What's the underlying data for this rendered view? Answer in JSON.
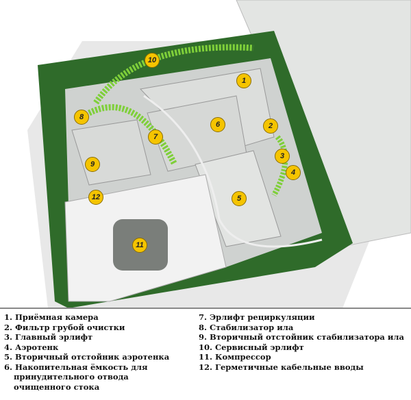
{
  "markers": [
    "1",
    "2",
    "3",
    "4",
    "5",
    "6",
    "7",
    "8",
    "9",
    "10",
    "11",
    "12"
  ],
  "legend": {
    "left": [
      {
        "text": "1. Приёмная камера"
      },
      {
        "text": "2. Фильтр грубой очистки"
      },
      {
        "text": "3. Главный эрлифт"
      },
      {
        "text": "4. Аэротенк"
      },
      {
        "text": "5. Вторичный отстойник аэротенка"
      },
      {
        "text": "6. Накопительная ёмкость для",
        "cont": [
          "принудительного отвода",
          "очищенного стока"
        ]
      }
    ],
    "right": [
      {
        "text": "7. Эрлифт рециркуляции"
      },
      {
        "text": "8. Стабилизатор ила"
      },
      {
        "text": "9. Вторичный отстойник стабилизатора ила"
      },
      {
        "text": "10. Сервисный эрлифт"
      },
      {
        "text": "11. Компрессор"
      },
      {
        "text": "12. Герметичные кабельные вводы"
      }
    ]
  },
  "colors": {
    "tank": "#2f6b2a",
    "badge": "#f5c400",
    "hose": "#7fcf3a"
  }
}
